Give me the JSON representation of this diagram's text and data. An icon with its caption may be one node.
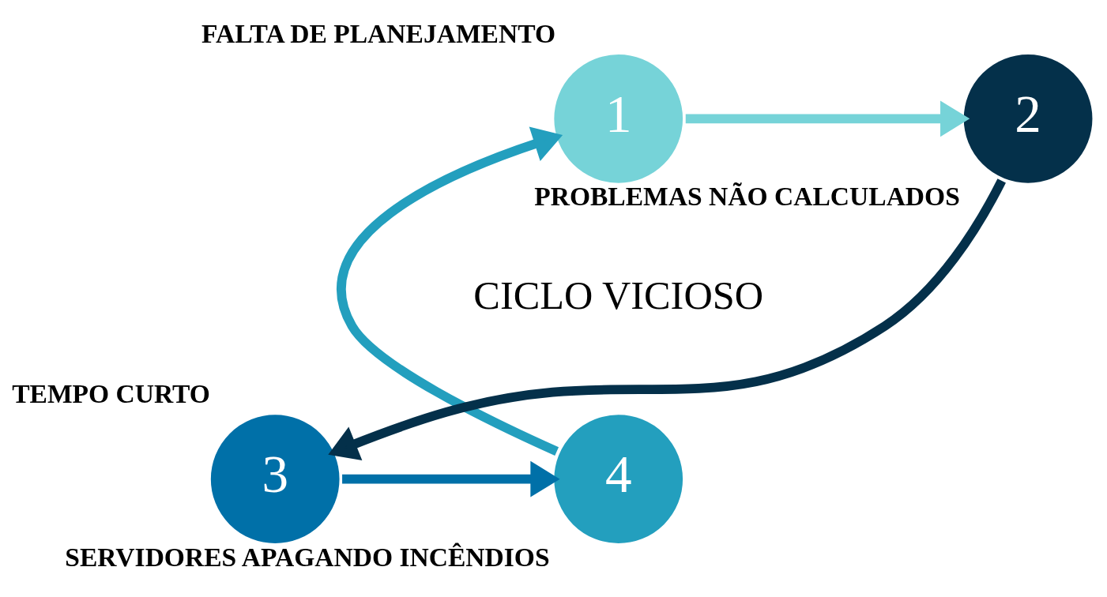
{
  "diagram": {
    "nodes": [
      {
        "text": [
          "1"
        ],
        "beside": [
          "FALTA DE PLANEJAMENTO"
        ]
      },
      {
        "text": [
          "2"
        ],
        "beside": [
          "PROBLEMAS NÃO CALCULADOS"
        ]
      },
      {
        "text": [
          "3"
        ],
        "beside": [
          "TEMPO CURTO"
        ]
      },
      {
        "text": [
          "4"
        ],
        "beside": [
          "SERVIDORES APAGANDO INCÊNDIOS"
        ]
      }
    ],
    "edges": [
      {
        "from": 0,
        "to": 1,
        "arrow": "to",
        "color": "#76d3d8"
      },
      {
        "from": 1,
        "to": 2,
        "arrow": "to",
        "color": "#04304a"
      },
      {
        "from": 2,
        "to": 3,
        "arrow": "to",
        "color": "#0070a8"
      },
      {
        "from": 3,
        "to": 0,
        "arrow": "to",
        "color": "#239fbe"
      }
    ],
    "labels": [
      "CICLO VICIOSO"
    ]
  }
}
